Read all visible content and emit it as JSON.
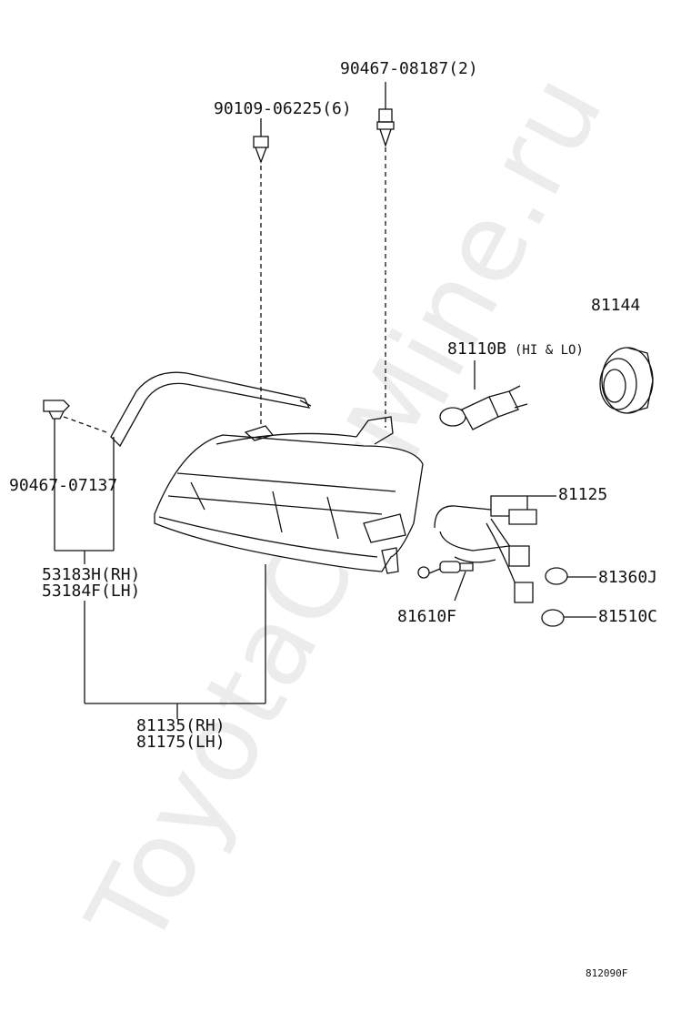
{
  "watermark": "ToyotaCarMine.ru",
  "diagram_code": "812090F",
  "parts": {
    "screw_top": "90467-08187(2)",
    "bolt_top": "90109-06225(6)",
    "socket": "81144",
    "bulb_main": "81110B",
    "bulb_main_note": "(HI & LO)",
    "clip_left": "90467-07137",
    "wire_harness": "81125",
    "bulb_small_a": "81360J",
    "bulb_small_b": "81510C",
    "bulb_side": "81610F",
    "bracket_rh": "53183H(RH)",
    "bracket_lh": "53184F(LH)",
    "assembly_rh": "81135(RH)",
    "assembly_lh": "81175(LH)"
  }
}
